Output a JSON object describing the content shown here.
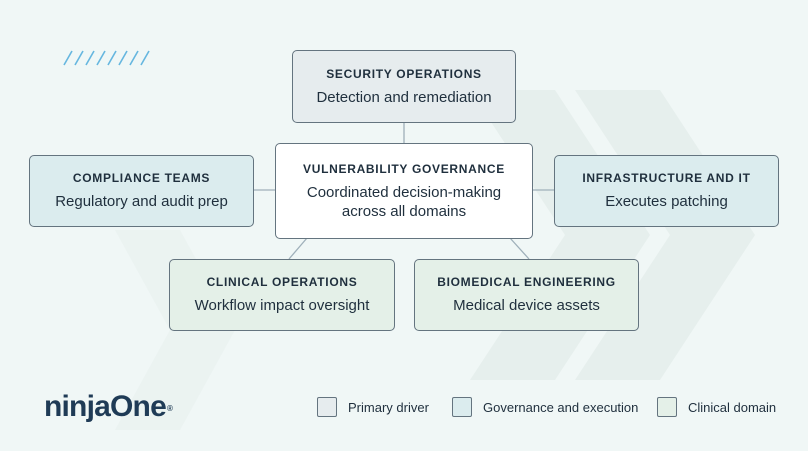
{
  "diagram": {
    "center": {
      "title": "VULNERABILITY GOVERNANCE",
      "description_line1": "Coordinated decision-making",
      "description_line2": "across all domains"
    },
    "nodes": {
      "security_operations": {
        "title": "SECURITY OPERATIONS",
        "description": "Detection and remediation"
      },
      "compliance_teams": {
        "title": "COMPLIANCE TEAMS",
        "description": "Regulatory and audit prep"
      },
      "infrastructure_it": {
        "title": "INFRASTRUCTURE AND IT",
        "description": "Executes patching"
      },
      "clinical_operations": {
        "title": "CLINICAL OPERATIONS",
        "description": "Workflow impact oversight"
      },
      "biomedical_engineering": {
        "title": "BIOMEDICAL ENGINEERING",
        "description": "Medical device assets"
      }
    }
  },
  "legend": {
    "primary_driver": "Primary driver",
    "governance_execution": "Governance and execution",
    "clinical_domain": "Clinical domain"
  },
  "brand": {
    "logo_text": "ninjaOne",
    "registered_mark": "®"
  },
  "colors": {
    "background": "#f0f7f6",
    "primary_driver": "#e6ecee",
    "governance_execution": "#dbecee",
    "clinical_domain": "#e4f0e8",
    "border": "#64747f",
    "text": "#1f2f3d",
    "logo": "#1f3b56"
  }
}
